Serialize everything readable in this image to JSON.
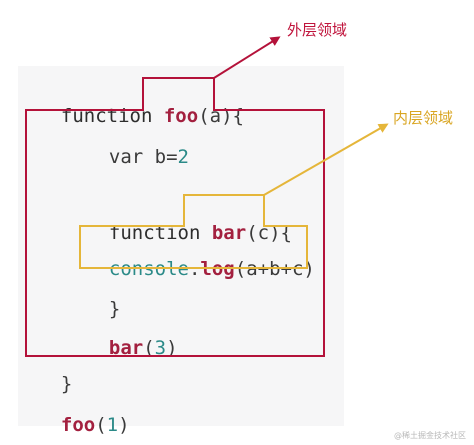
{
  "colors": {
    "outer_box": "#b4123a",
    "inner_box": "#e5b63a",
    "outer_label": "#c0143c",
    "inner_label": "#d9a521",
    "function_name": "#a3203f",
    "number": "#2b8a88"
  },
  "code": {
    "line1": {
      "keyword": "function",
      "name": "foo",
      "args": "(a){"
    },
    "line2": {
      "text": "var b=",
      "num": "2"
    },
    "line3": {
      "keyword": "function",
      "name": "bar",
      "args": "(c){"
    },
    "line4": {
      "obj": "console",
      "dot": ".",
      "method": "log",
      "args": "(a+b+c)"
    },
    "line5": {
      "text": "}"
    },
    "line6": {
      "name": "bar",
      "open": "(",
      "num": "3",
      "close": ")"
    },
    "line7": {
      "text": "}"
    },
    "line8": {
      "name": "foo",
      "open": "(",
      "num": "1",
      "close": ")"
    }
  },
  "labels": {
    "outer": "外层领域",
    "inner": "内层领域"
  },
  "watermark": "@稀土掘金技术社区"
}
